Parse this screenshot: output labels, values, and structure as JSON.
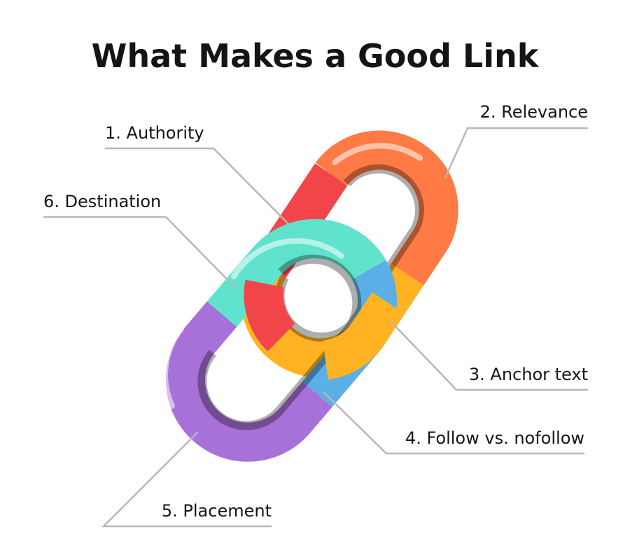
{
  "title": "What Makes a Good Link",
  "labels": {
    "authority": "1. Authority",
    "relevance": "2. Relevance",
    "anchor_text": "3. Anchor text",
    "follow": "4. Follow vs. nofollow",
    "placement": "5. Placement",
    "destination": "6. Destination"
  },
  "colors": {
    "authority": "#f2454a",
    "relevance": "#ff7a45",
    "anchor_text": "#ffb323",
    "follow": "#5aafe6",
    "placement": "#a871d9",
    "destination": "#5fe3cc",
    "outline": "#3a3a3a",
    "leader_line": "#b7b7b7"
  }
}
